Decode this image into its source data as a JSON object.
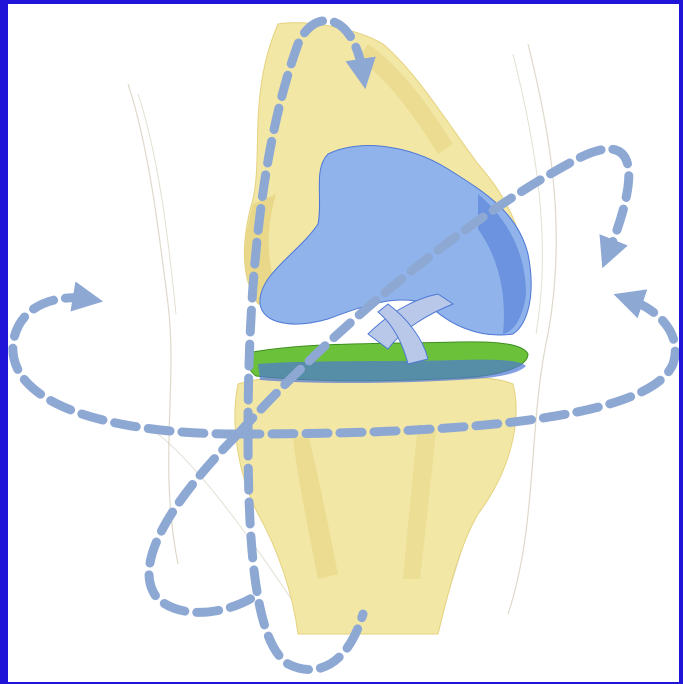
{
  "figure": {
    "subject": "knee-joint-illustration",
    "colors": {
      "frame": "#1f14d8",
      "bone": "#f3e7a6",
      "bone_shade": "#e4d27e",
      "cartilage": "#8fb3ea",
      "cartilage_dark": "#4f78d6",
      "meniscus": "#6bc23a",
      "ligament": "#b9c8e8",
      "sketch": "#c9bfa8",
      "rotation_arrow": "#8ea8d4"
    },
    "rotation_axes": [
      "vertical-axis-arrow",
      "horizontal-axis-arrow",
      "oblique-axis-arrow"
    ]
  }
}
